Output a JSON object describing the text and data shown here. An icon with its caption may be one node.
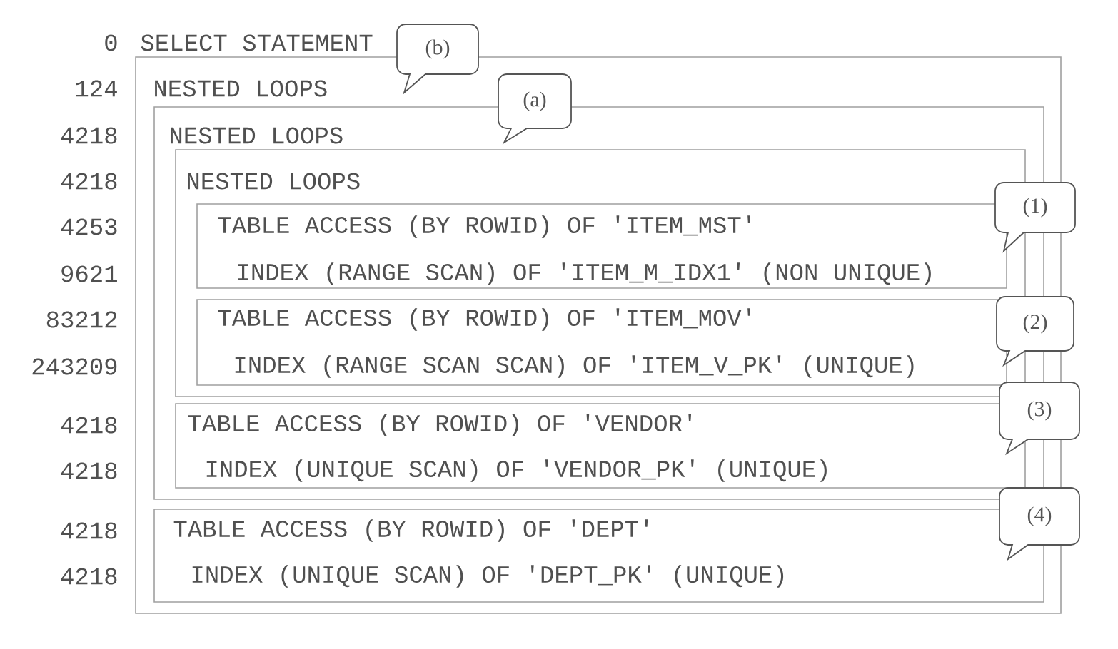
{
  "diagram": {
    "nodes": [
      {
        "text": [
          "(b)"
        ]
      },
      {
        "text": [
          "NESTED LOOPS"
        ]
      },
      {
        "text": [
          "(a)"
        ],
        "in": 1
      },
      {
        "text": [
          "NESTED LOOPS"
        ],
        "in": 1
      },
      {
        "text": [
          "NESTED LOOPS"
        ],
        "in": 3
      },
      {
        "text": [
          "(1)"
        ]
      },
      {
        "text": [
          "TABLE ACCESS (BY ROWID) OF 'ITEM_MST'",
          "INDEX (RANGE SCAN) OF 'ITEM_M_IDX1' (NON UNIQUE)"
        ],
        "in": 4
      },
      {
        "text": [
          "(2)"
        ]
      },
      {
        "text": [
          "TABLE ACCESS (BY ROWID) OF 'ITEM_MOV'",
          "INDEX (RANGE SCAN SCAN) OF 'ITEM_V_PK' (UNIQUE)"
        ],
        "in": 4
      },
      {
        "text": [
          "(3)"
        ]
      },
      {
        "text": [
          "TABLE ACCESS (BY ROWID) OF 'VENDOR'",
          "INDEX (UNIQUE SCAN) OF 'VENDOR_PK' (UNIQUE)"
        ],
        "in": 3
      },
      {
        "text": [
          "(4)"
        ]
      },
      {
        "text": [
          "TABLE ACCESS (BY ROWID) OF 'DEPT'",
          "INDEX (UNIQUE SCAN) OF 'DEPT_PK' (UNIQUE)"
        ],
        "in": 1
      }
    ],
    "labels": [
      "0",
      "SELECT STATEMENT",
      "124",
      "4218",
      "4218",
      "4253",
      "9621",
      "83212",
      "243209",
      "4218",
      "4218",
      "4218",
      "4218"
    ]
  }
}
